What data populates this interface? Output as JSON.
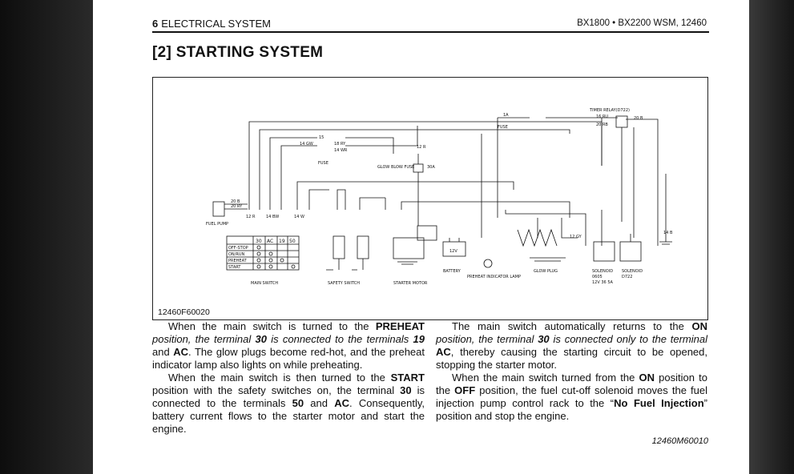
{
  "header": {
    "chapter_num": "6",
    "chapter_title": "ELECTRICAL SYSTEM",
    "manual_ref": "BX1800 • BX2200 WSM, 12460"
  },
  "section": {
    "title": "[2] STARTING SYSTEM"
  },
  "figure": {
    "code": "12460F60020",
    "labels": {
      "fuel_pump": "FUEL PUMP",
      "main_switch": "MAIN SWITCH",
      "safety_switch": "SAFETY SWITCH",
      "starter_motor": "STARTER MOTOR",
      "battery": "BATTERY",
      "preheat_lamp": "PREHEAT INDICATOR LAMP",
      "glow_plug": "GLOW PLUG",
      "solenoid_0605": "SOLENOID",
      "solenoid_0605_id": "0605",
      "solenoid_0605_spec": "12V 36 5A",
      "solenoid_d722": "SOLENOID",
      "solenoid_d722_id": "D722",
      "timer_relay": "TIMER RELAY(D722)",
      "fuse": "FUSE",
      "glow_blow_fuse": "GLOW BLOW FUSE",
      "glow_fuse_amp": "30A",
      "battery_volt": "12V",
      "switch_cols": [
        "30",
        "AC",
        "19",
        "50"
      ],
      "switch_rows": [
        "OFF-STOP",
        "ON/RUN",
        "PREHEAT",
        "START"
      ],
      "wires": {
        "w20b": "20 B",
        "w20ry": "20 RY",
        "w16ru": "16 RU",
        "w20rb": "20 RB",
        "w20b_relay": "20 B",
        "w14gw": "14 GW",
        "w18ry": "18 RY",
        "w14wr": "14 WR",
        "w12r": "12 R",
        "w14bw": "14 BW",
        "w14w": "14 W",
        "w12gy": "12 GY",
        "w14b": "14 B",
        "w15": "15",
        "w1a": "1A",
        "w12r_top": "12 R"
      }
    }
  },
  "body": {
    "left": [
      {
        "parts": [
          {
            "t": "When the main switch is turned to the ",
            "s": "n"
          },
          {
            "t": "PREHEAT",
            "s": "b"
          },
          {
            "t": " position, the terminal ",
            "s": "i"
          },
          {
            "t": "30",
            "s": "bi"
          },
          {
            "t": " is connected to the terminals ",
            "s": "i"
          },
          {
            "t": "19",
            "s": "bi"
          },
          {
            "t": " and ",
            "s": "n"
          },
          {
            "t": "AC",
            "s": "b"
          },
          {
            "t": ". The glow plugs become red-hot, and the preheat indicator lamp also lights on while preheating.",
            "s": "n"
          }
        ]
      },
      {
        "parts": [
          {
            "t": "When the main switch is then turned to the ",
            "s": "n"
          },
          {
            "t": "START",
            "s": "b"
          },
          {
            "t": " position with the safety switches on, the terminal ",
            "s": "n"
          },
          {
            "t": "30",
            "s": "b"
          },
          {
            "t": " is connected to the terminals ",
            "s": "n"
          },
          {
            "t": "50",
            "s": "b"
          },
          {
            "t": " and ",
            "s": "n"
          },
          {
            "t": "AC",
            "s": "b"
          },
          {
            "t": ". Consequently, battery current flows to the starter motor and start the engine.",
            "s": "n"
          }
        ]
      }
    ],
    "right": [
      {
        "parts": [
          {
            "t": "The main switch automatically returns to the ",
            "s": "n"
          },
          {
            "t": "ON",
            "s": "b"
          },
          {
            "t": " position, the terminal ",
            "s": "i"
          },
          {
            "t": "30",
            "s": "bi"
          },
          {
            "t": " is connected only to the terminal ",
            "s": "i"
          },
          {
            "t": "AC",
            "s": "b"
          },
          {
            "t": ", thereby causing the starting circuit to be opened, stopping the starter motor.",
            "s": "n"
          }
        ]
      },
      {
        "parts": [
          {
            "t": "When the main switch turned from the ",
            "s": "n"
          },
          {
            "t": "ON",
            "s": "b"
          },
          {
            "t": " position to the ",
            "s": "n"
          },
          {
            "t": "OFF",
            "s": "b"
          },
          {
            "t": " position, the fuel cut-off solenoid moves the fuel injection pump control rack to the “",
            "s": "n"
          },
          {
            "t": "No Fuel Injection",
            "s": "b"
          },
          {
            "t": "” position and stop the engine.",
            "s": "n"
          }
        ]
      }
    ]
  },
  "doc_code": "12460M60010"
}
